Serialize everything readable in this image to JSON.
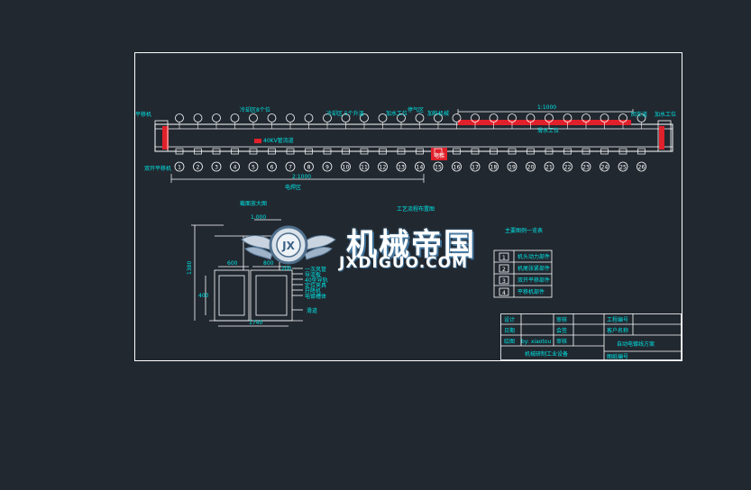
{
  "drawing": {
    "top_labels": {
      "left_end": "平移机",
      "left_group": "冷却区8个位",
      "mid_group": "冷却区  5个升温",
      "mid_small": "加水工位",
      "mid_small2": "停气区",
      "right_small": "加料机械",
      "right_end1": "回车道",
      "right_end2": "加水工位",
      "span_top": "1:1000",
      "upper_bar": "滑水工位",
      "lower_bar": "40KV管流道",
      "mid_box": "电梯",
      "bottom_left": "双开平移机",
      "bottom_dim": "2:1000",
      "bottom_note": "电焊区"
    },
    "station_numbers": [
      "1",
      "2",
      "3",
      "4",
      "5",
      "6",
      "7",
      "8",
      "9",
      "10",
      "11",
      "12",
      "13",
      "14",
      "15",
      "16",
      "17",
      "18",
      "19",
      "20",
      "21",
      "22",
      "23",
      "24",
      "25",
      "26"
    ],
    "section_view": {
      "title": "截面放大图",
      "dim_top": "1.000",
      "dim_left": "1380",
      "dim_a": "600",
      "dim_b": "800",
      "dim_bottom": "1740",
      "dim_small": "400",
      "dim_side": "200",
      "callouts": [
        "一次风管",
        "导流板",
        "40型导轨",
        "定位夹具",
        "升降机",
        "电镀槽体",
        "滑道"
      ]
    },
    "process_title": "工艺流程布置图",
    "legend": {
      "title": "主要图例一览表",
      "items": [
        {
          "sym": "1",
          "text": "机头动力部件"
        },
        {
          "sym": "2",
          "text": "机尾张紧部件"
        },
        {
          "sym": "3",
          "text": "双开平移部件"
        },
        {
          "sym": "4",
          "text": "平移机部件"
        }
      ]
    },
    "title_block": {
      "r1": [
        "设计",
        "",
        "审核",
        "",
        "工程编号",
        ""
      ],
      "r2": [
        "日期",
        "",
        "会签",
        "",
        "客户名称",
        ""
      ],
      "r3": [
        "绘图",
        "by: xiaotou",
        "审核"
      ],
      "project": "自动电镀线方案",
      "sub": "机械研制工业设备",
      "drawing_no": "图纸编号"
    }
  },
  "watermark": {
    "brand_cn": "机械帝国",
    "brand_en": "JXDIGUO.COM",
    "emblem": "JX"
  },
  "colors": {
    "background": "#212830",
    "line": "#ffffff",
    "text": "#00e5e5",
    "accent": "#e0202a"
  }
}
